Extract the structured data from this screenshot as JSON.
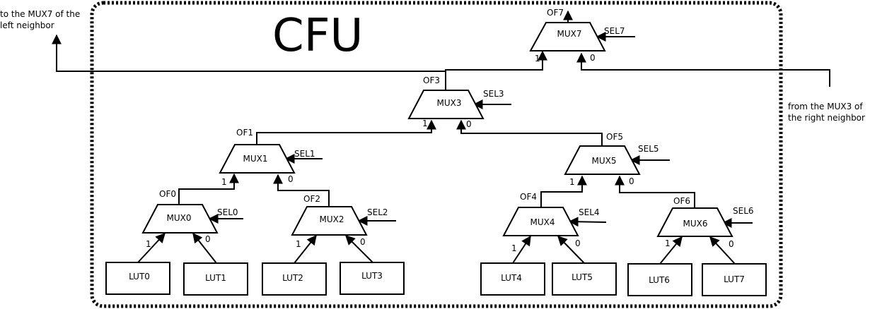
{
  "title": "CFU",
  "notes": {
    "left": [
      "to the MUX7 of the",
      "left neighbor"
    ],
    "right": [
      "from the MUX3 of",
      "the right neighbor"
    ]
  },
  "muxes": {
    "mux7": {
      "name": "MUX7",
      "out": "OF7",
      "sel": "SEL7"
    },
    "mux3": {
      "name": "MUX3",
      "out": "OF3",
      "sel": "SEL3"
    },
    "mux1": {
      "name": "MUX1",
      "out": "OF1",
      "sel": "SEL1"
    },
    "mux5": {
      "name": "MUX5",
      "out": "OF5",
      "sel": "SEL5"
    },
    "mux0": {
      "name": "MUX0",
      "out": "OF0",
      "sel": "SEL0"
    },
    "mux2": {
      "name": "MUX2",
      "out": "OF2",
      "sel": "SEL2"
    },
    "mux4": {
      "name": "MUX4",
      "out": "OF4",
      "sel": "SEL4"
    },
    "mux6": {
      "name": "MUX6",
      "out": "OF6",
      "sel": "SEL6"
    }
  },
  "luts": {
    "lut0": "LUT0",
    "lut1": "LUT1",
    "lut2": "LUT2",
    "lut3": "LUT3",
    "lut4": "LUT4",
    "lut5": "LUT5",
    "lut6": "LUT6",
    "lut7": "LUT7"
  },
  "input_labels": {
    "one": "1",
    "zero": "0"
  }
}
